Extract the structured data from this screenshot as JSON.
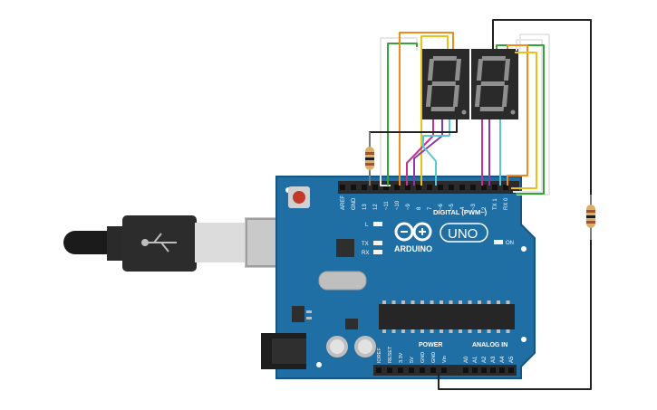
{
  "board": {
    "brand": "ARDUINO",
    "model": "UNO",
    "digital_header_label": "DIGITAL (PWM~)",
    "power_label": "POWER",
    "analog_label": "ANALOG IN",
    "on_label": "ON",
    "led_l": "L",
    "led_tx": "TX",
    "led_rx": "RX",
    "top_pins": [
      "AREF",
      "GND",
      "13",
      "12",
      "~11",
      "~10",
      "~9",
      "8",
      "7",
      "~6",
      "~5",
      "4",
      "~3",
      "2",
      "TX 1",
      "RX 0"
    ],
    "power_pins": [
      "IOREF",
      "RESET",
      "3.3V",
      "5V",
      "GND",
      "GND",
      "Vin"
    ],
    "analog_pins": [
      "A0",
      "A1",
      "A2",
      "A3",
      "A4",
      "A5"
    ]
  },
  "components": {
    "displays": [
      "left-seven-segment-display",
      "right-seven-segment-display"
    ],
    "resistors": [
      "resistor-display-common",
      "resistor-right-rail"
    ],
    "usb_cable": "usb-b-cable"
  },
  "colors": {
    "board_blue": "#1f6fa5",
    "wire_green": "#37a33b",
    "wire_orange": "#f08c1c",
    "wire_yellow": "#e8c21a",
    "wire_purple": "#8a3aa8",
    "wire_magenta": "#c2348f",
    "wire_cyan": "#5cc6d2",
    "wire_black": "#222222",
    "wire_white": "#e9e9e9"
  }
}
